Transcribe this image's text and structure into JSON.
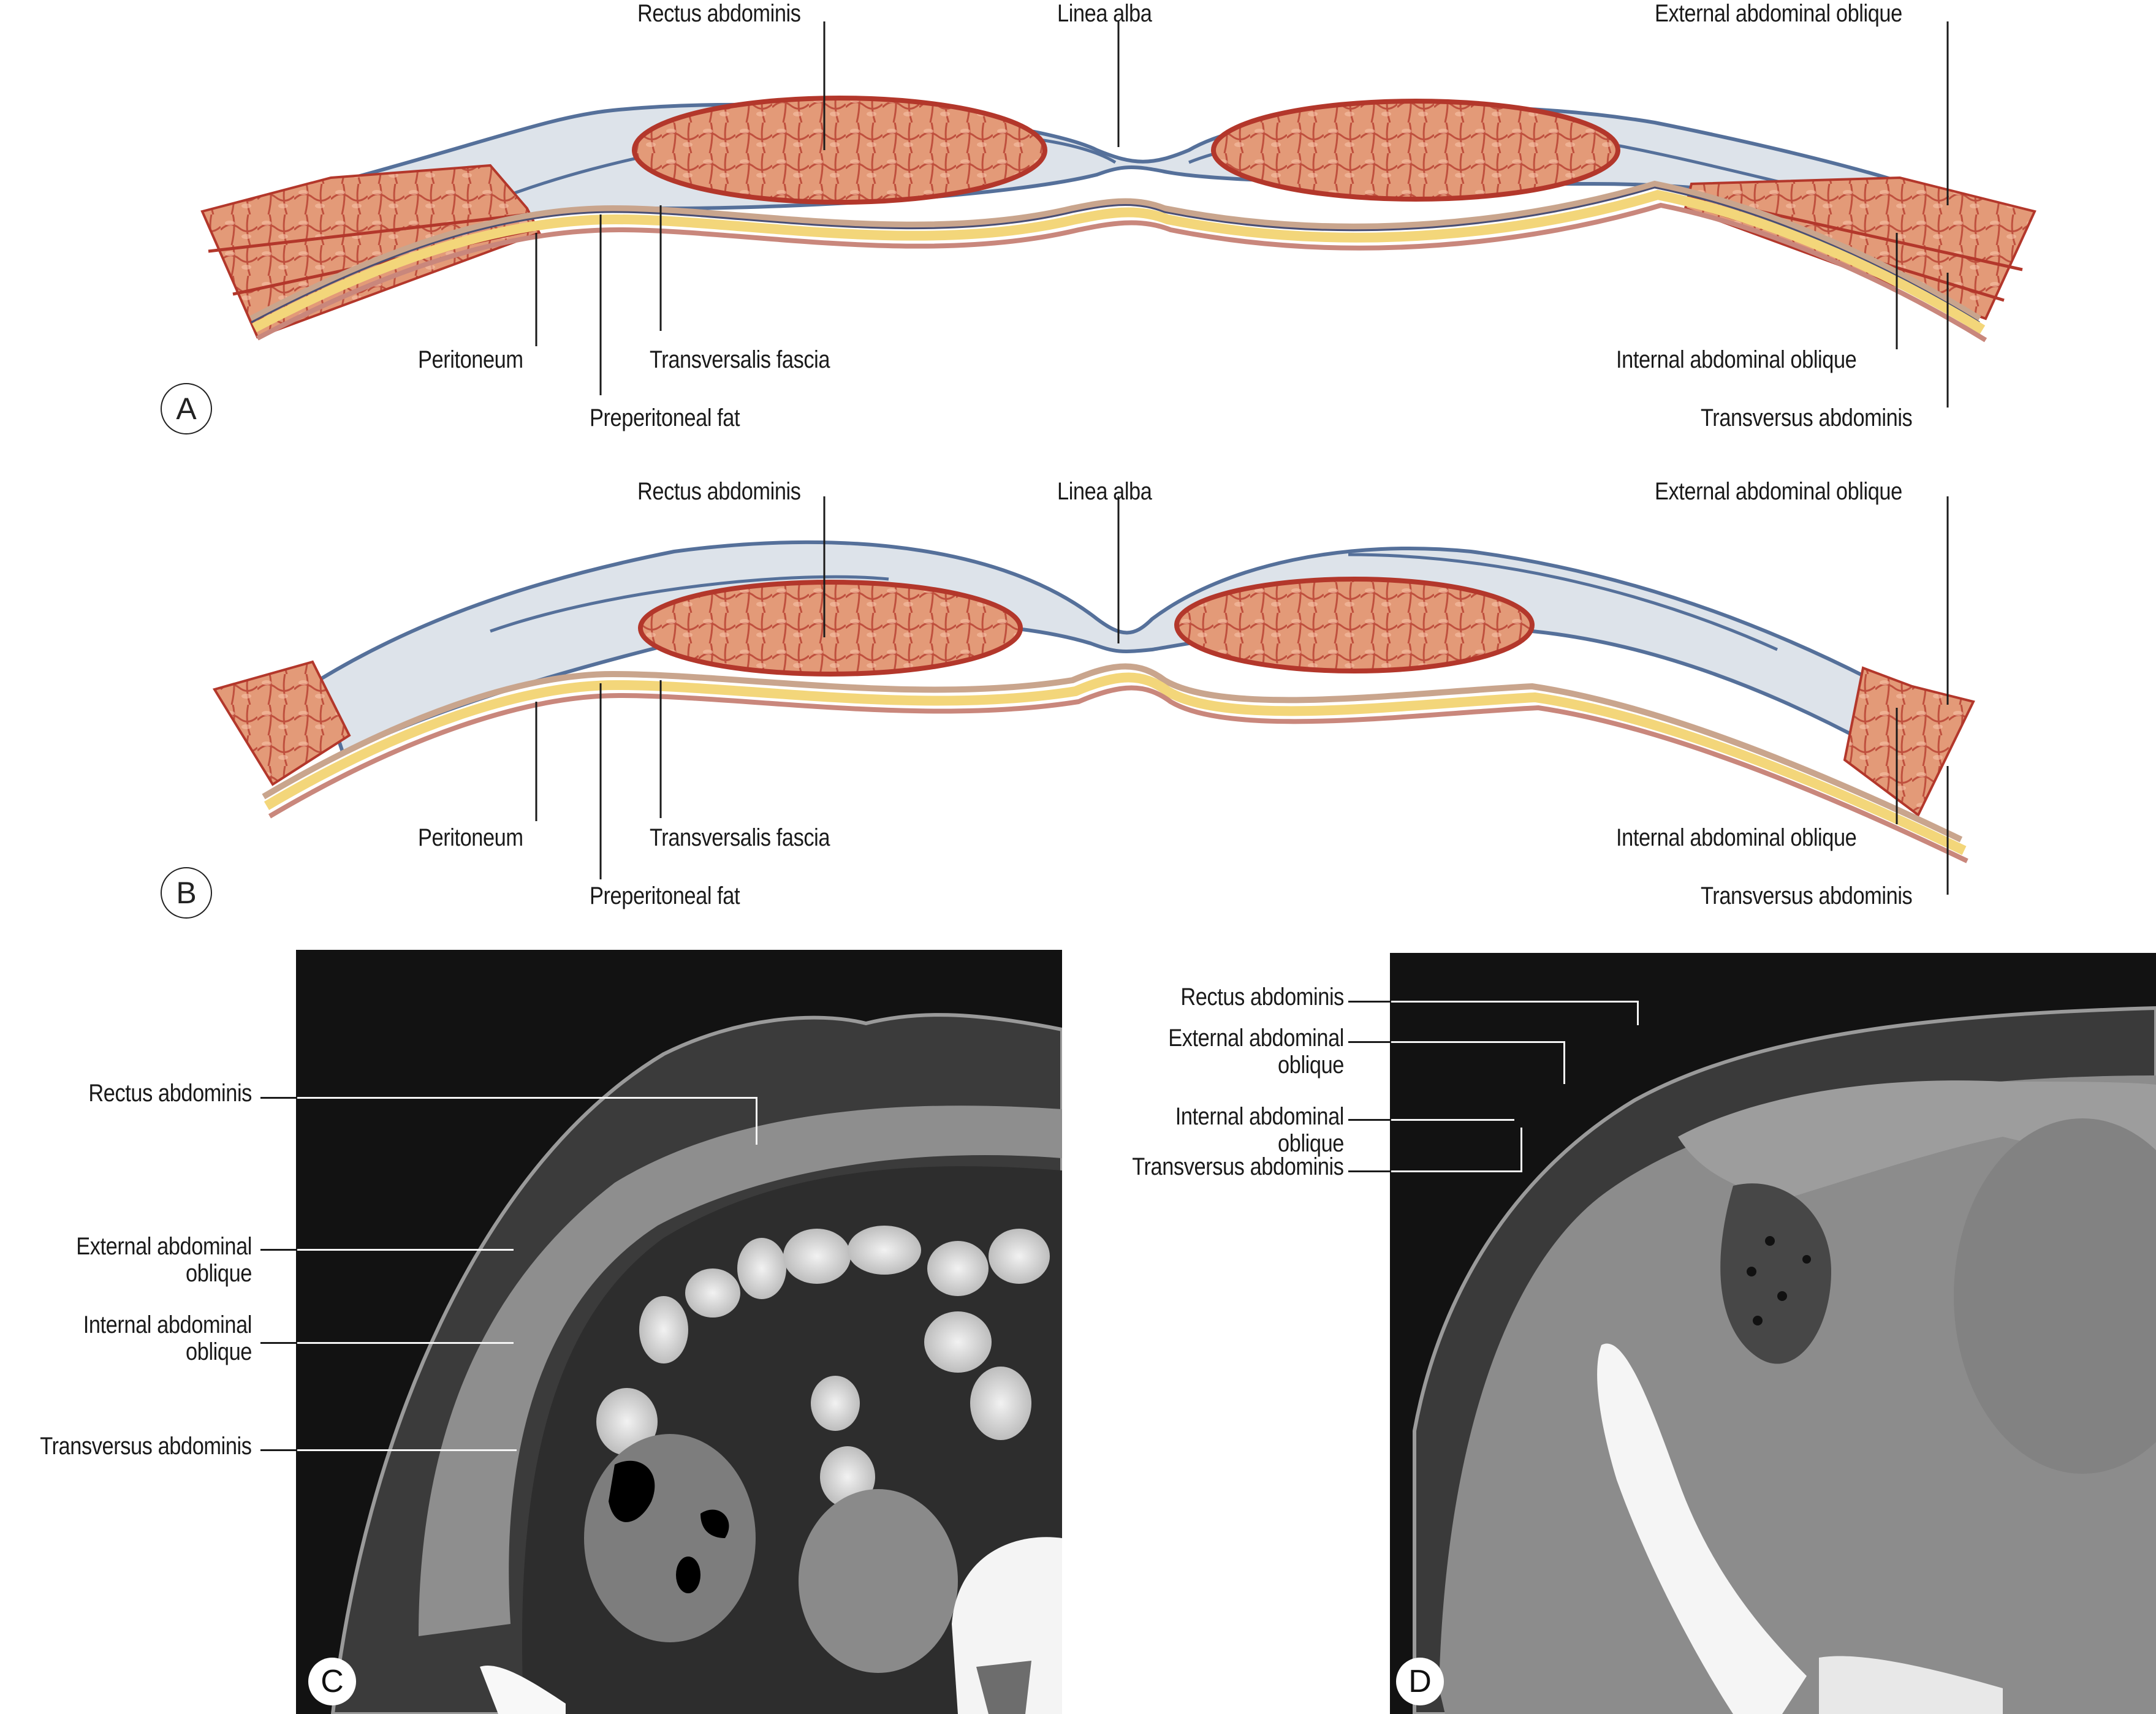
{
  "panels": {
    "A": {
      "letter": "A",
      "labels": {
        "rectus": "Rectus abdominis",
        "linea": "Linea alba",
        "external": "External abdominal oblique",
        "peritoneum": "Peritoneum",
        "transversalis": "Transversalis fascia",
        "preperitoneal": "Preperitoneal fat",
        "internal": "Internal abdominal oblique",
        "transversus": "Transversus abdominis"
      }
    },
    "B": {
      "letter": "B",
      "labels": {
        "rectus": "Rectus abdominis",
        "linea": "Linea alba",
        "external": "External abdominal oblique",
        "peritoneum": "Peritoneum",
        "transversalis": "Transversalis fascia",
        "preperitoneal": "Preperitoneal fat",
        "internal": "Internal abdominal oblique",
        "transversus": "Transversus abdominis"
      }
    },
    "C": {
      "letter": "C",
      "labels": {
        "rectus": "Rectus abdominis",
        "external": "External abdominal oblique",
        "internal": "Internal abdominal oblique",
        "transversus": "Transversus abdominis"
      }
    },
    "D": {
      "letter": "D",
      "labels": {
        "rectus": "Rectus abdominis",
        "external": "External abdominal oblique",
        "internal": "Internal abdominal oblique",
        "transversus": "Transversus abdominis"
      }
    }
  },
  "colors": {
    "muscle": "#e39a78",
    "muscle_edge": "#b3372b",
    "aponeurosis": "#dde3ea",
    "fascia_line": "#55709a",
    "fat": "#f3d67a",
    "peritoneum": "#c9877c",
    "ct_bg": "#121212"
  }
}
